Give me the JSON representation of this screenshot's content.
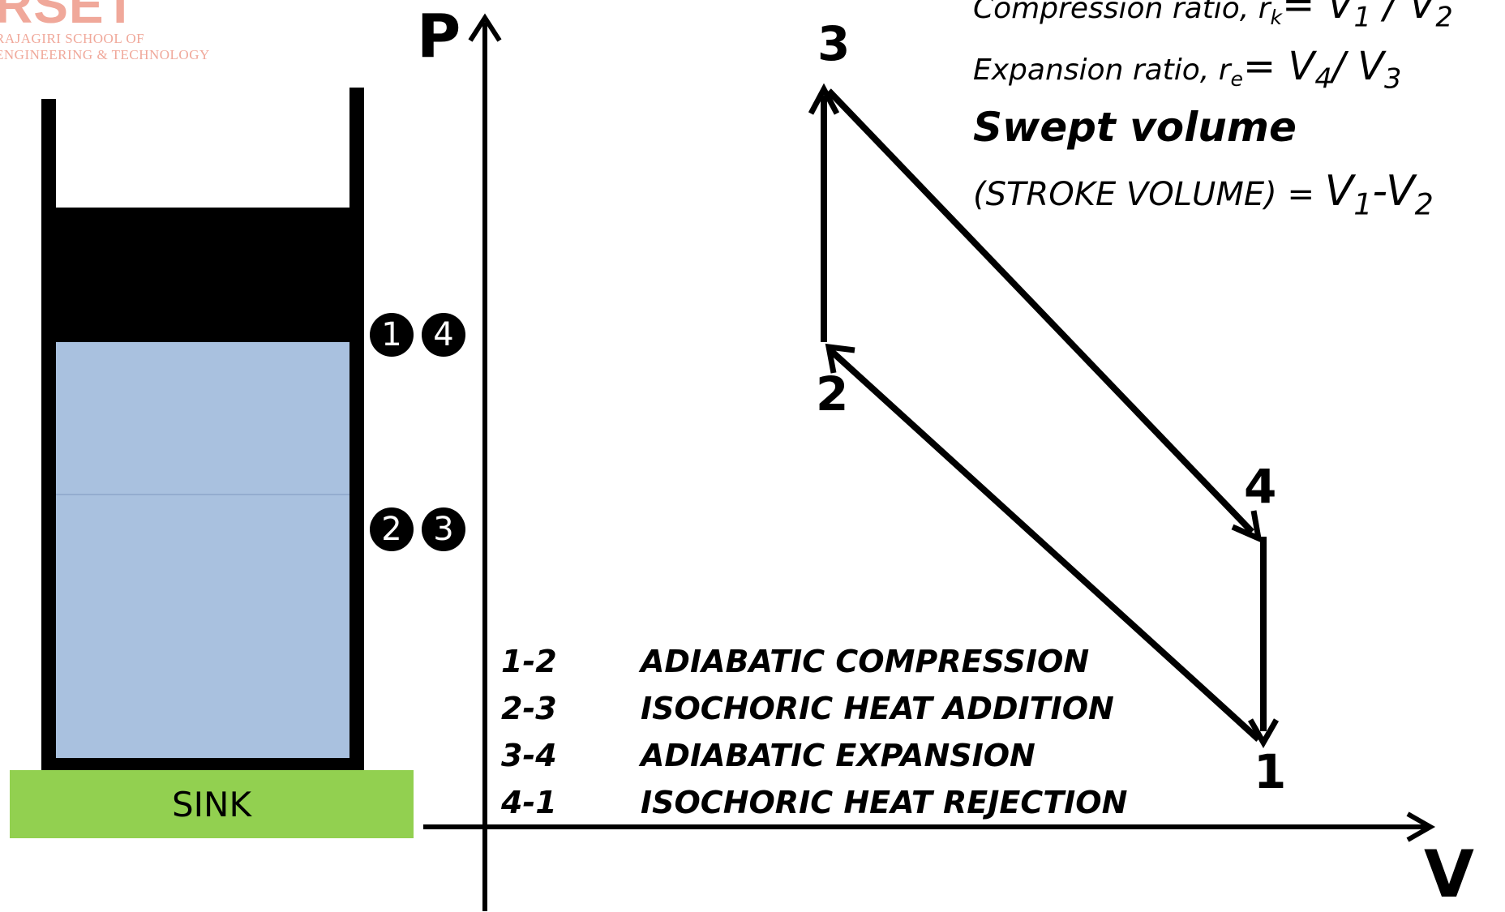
{
  "logo": {
    "mark": "RSET",
    "line1": "RAJAGIRI SCHOOL OF",
    "line2": "ENGINEERING & TECHNOLOGY"
  },
  "axes": {
    "y_label": "P",
    "x_label": "V"
  },
  "points": {
    "p1": "1",
    "p2": "2",
    "p3": "3",
    "p4": "4"
  },
  "markers": {
    "m1": "1",
    "m4": "4",
    "m2": "2",
    "m3": "3"
  },
  "sink_label": "SINK",
  "formulas": {
    "compression": {
      "text": "Compression ratio, r",
      "sub": "k",
      "eq": "= V",
      "sub1": "1",
      "slash": " / V",
      "sub2": "2"
    },
    "expansion": {
      "text": "Expansion ratio, r",
      "sub": "e",
      "eq": "= V",
      "sub1": "4",
      "slash": "/ V",
      "sub2": "3"
    },
    "swept": "Swept volume",
    "stroke": {
      "text": "(STROKE VOLUME) = ",
      "v1": "V",
      "sub1": "1",
      "dash": "-V",
      "sub2": "2"
    }
  },
  "processes": [
    {
      "code": "1-2",
      "name": "ADIABATIC COMPRESSION"
    },
    {
      "code": "2-3",
      "name": "ISOCHORIC HEAT ADDITION"
    },
    {
      "code": "3-4",
      "name": "ADIABATIC EXPANSION"
    },
    {
      "code": "4-1",
      "name": "ISOCHORIC HEAT REJECTION"
    }
  ],
  "colors": {
    "gas": "#a9c1df",
    "sink": "#92d050",
    "logo": "#f0a89a",
    "ink": "#000000"
  }
}
